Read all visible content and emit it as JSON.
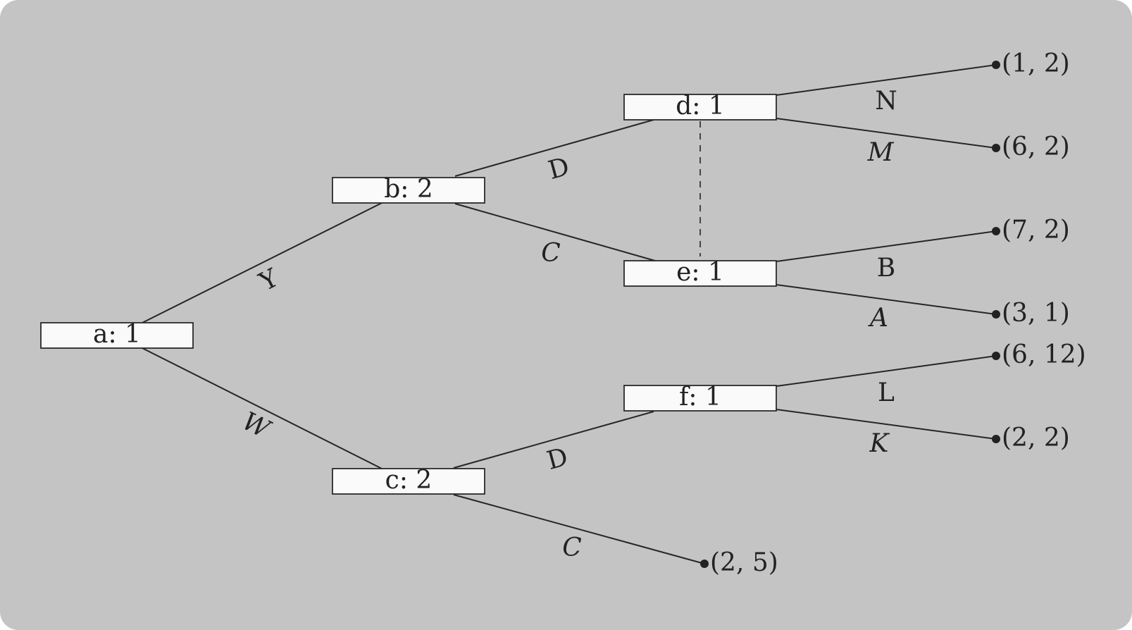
{
  "nodes": [
    {
      "id": "a",
      "label": "a:  1"
    },
    {
      "id": "b",
      "label": "b:  2"
    },
    {
      "id": "c",
      "label": "c:  2"
    },
    {
      "id": "d",
      "label": "d:  1"
    },
    {
      "id": "e",
      "label": "e:  1"
    },
    {
      "id": "f",
      "label": "f:  1"
    }
  ],
  "edges": [
    {
      "from": "a",
      "to": "b",
      "label": "Y"
    },
    {
      "from": "a",
      "to": "c",
      "label": "W"
    },
    {
      "from": "b",
      "to": "d",
      "label": "D"
    },
    {
      "from": "b",
      "to": "e",
      "label": "C"
    },
    {
      "from": "c",
      "to": "f",
      "label": "D"
    },
    {
      "from": "c",
      "to": "leaf-c-C",
      "label": "C"
    },
    {
      "from": "d",
      "to": "leaf-d-N",
      "label": "N"
    },
    {
      "from": "d",
      "to": "leaf-d-M",
      "label": "M"
    },
    {
      "from": "e",
      "to": "leaf-e-B",
      "label": "B"
    },
    {
      "from": "e",
      "to": "leaf-e-A",
      "label": "A"
    },
    {
      "from": "f",
      "to": "leaf-f-L",
      "label": "L"
    },
    {
      "from": "f",
      "to": "leaf-f-K",
      "label": "K"
    }
  ],
  "leaves": [
    {
      "id": "leaf-d-N",
      "payoff": "(1, 2)"
    },
    {
      "id": "leaf-d-M",
      "payoff": "(6, 2)"
    },
    {
      "id": "leaf-e-B",
      "payoff": "(7, 2)"
    },
    {
      "id": "leaf-e-A",
      "payoff": "(3, 1)"
    },
    {
      "id": "leaf-f-L",
      "payoff": "(6, 12)"
    },
    {
      "id": "leaf-f-K",
      "payoff": "(2, 2)"
    },
    {
      "id": "leaf-c-C",
      "payoff": "(2, 5)"
    }
  ],
  "information_sets": [
    {
      "members": [
        "d",
        "e"
      ]
    }
  ]
}
